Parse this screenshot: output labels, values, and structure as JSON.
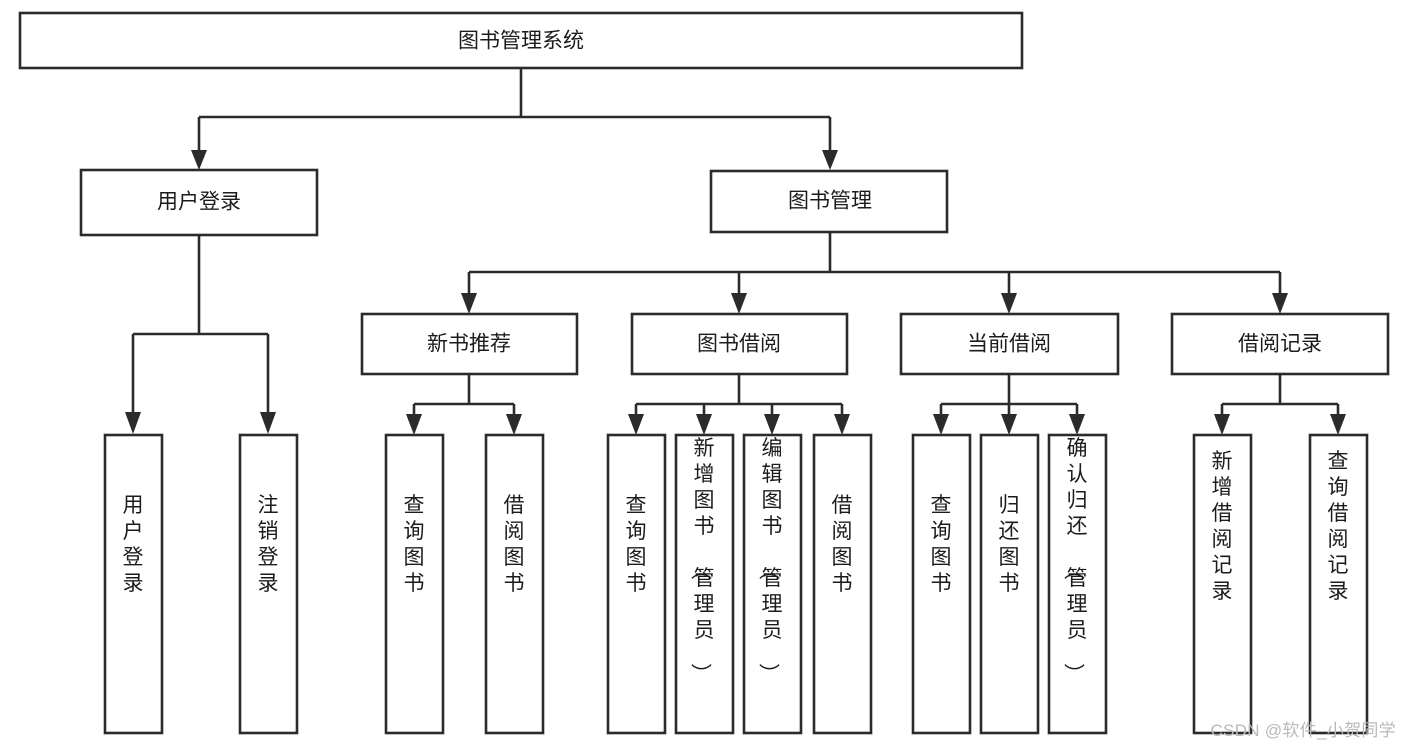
{
  "diagram": {
    "type": "tree-hierarchy-chart",
    "title": "图书管理系统",
    "watermark": "CSDN @软件_小贺同学",
    "colors": {
      "box_stroke": "#2b2b2b",
      "box_fill": "#ffffff",
      "connector": "#2b2b2b",
      "label": "#1c1c1c",
      "background": "#ffffff",
      "watermark": "#b9b9b9"
    },
    "levels": [
      {
        "level": 1,
        "orientation": "horizontal",
        "nodes": [
          {
            "id": "root",
            "label": "图书管理系统"
          }
        ]
      },
      {
        "level": 2,
        "orientation": "horizontal",
        "nodes": [
          {
            "id": "login",
            "label": "用户登录",
            "parent": "root"
          },
          {
            "id": "bookmgmt",
            "label": "图书管理",
            "parent": "root"
          }
        ]
      },
      {
        "level": 3,
        "orientation": "horizontal",
        "nodes": [
          {
            "id": "newbook",
            "label": "新书推荐",
            "parent": "bookmgmt"
          },
          {
            "id": "borrow",
            "label": "图书借阅",
            "parent": "bookmgmt"
          },
          {
            "id": "current",
            "label": "当前借阅",
            "parent": "bookmgmt"
          },
          {
            "id": "records",
            "label": "借阅记录",
            "parent": "bookmgmt"
          }
        ]
      },
      {
        "level": 4,
        "orientation": "vertical",
        "nodes": [
          {
            "id": "leaf1",
            "label": "用户登录",
            "parent": "login"
          },
          {
            "id": "leaf2",
            "label": "注销登录",
            "parent": "login"
          },
          {
            "id": "leaf3",
            "label": "查询图书",
            "parent": "newbook"
          },
          {
            "id": "leaf4",
            "label": "借阅图书",
            "parent": "newbook"
          },
          {
            "id": "leaf5",
            "label": "查询图书",
            "parent": "borrow"
          },
          {
            "id": "leaf6",
            "label": "新增图书（管理员）",
            "parent": "borrow"
          },
          {
            "id": "leaf7",
            "label": "编辑图书（管理员）",
            "parent": "borrow"
          },
          {
            "id": "leaf8",
            "label": "借阅图书",
            "parent": "borrow"
          },
          {
            "id": "leaf9",
            "label": "查询图书",
            "parent": "current"
          },
          {
            "id": "leaf10",
            "label": "归还图书",
            "parent": "current"
          },
          {
            "id": "leaf11",
            "label": "确认归还（管理员）",
            "parent": "current"
          },
          {
            "id": "leaf12",
            "label": "新增借阅记录",
            "parent": "records"
          },
          {
            "id": "leaf13",
            "label": "查询借阅记录",
            "parent": "records"
          }
        ]
      }
    ]
  }
}
